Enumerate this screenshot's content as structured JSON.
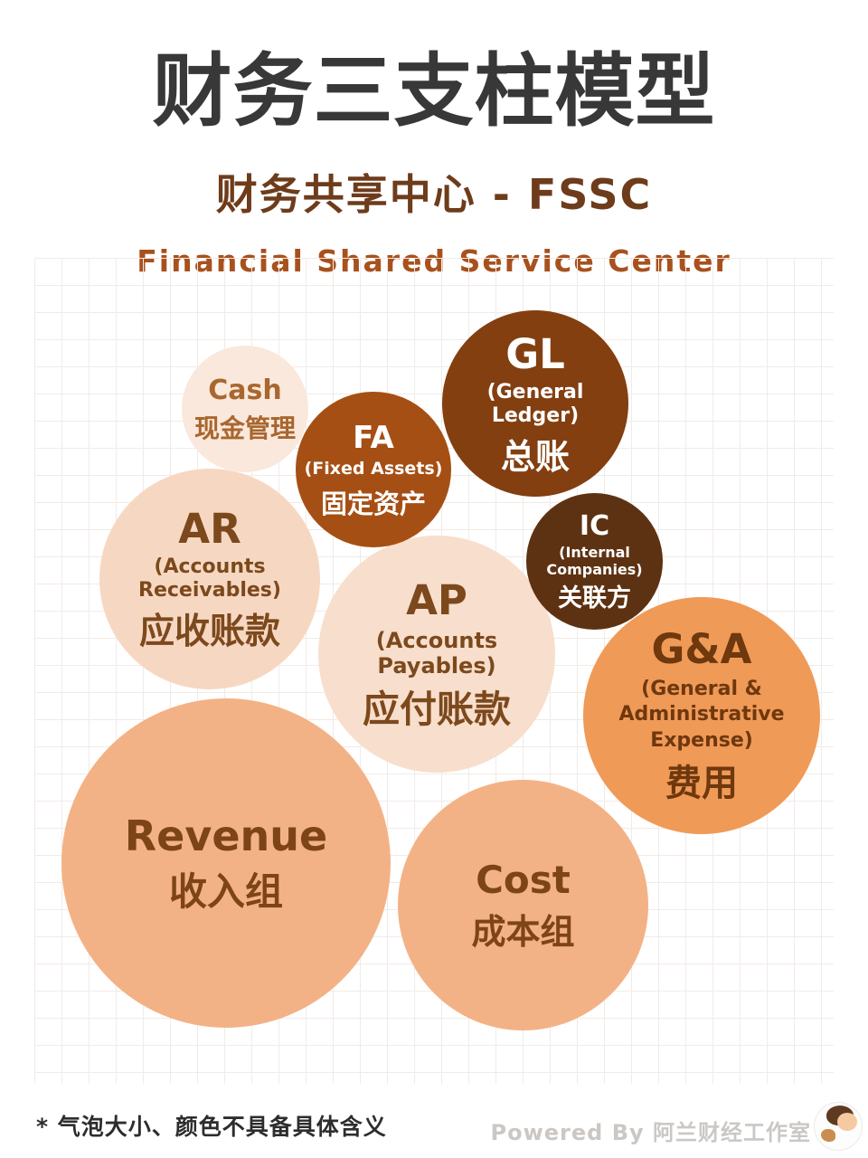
{
  "header": {
    "title": "财务三支柱模型",
    "subtitle": "财务共享中心 - FSSC",
    "subtitle_en": "Financial Shared Service Center"
  },
  "footer": {
    "footnote": "* 气泡大小、颜色不具备具体含义",
    "powered_by": "Powered By 阿兰财经工作室"
  },
  "colors": {
    "background": "#FFFFFF",
    "title": "#383838",
    "subtitle": "#6E3C1B",
    "subtitle_en": "#A8511D",
    "grid_line": "#F2EBE7",
    "footnote": "#2D2D2D",
    "powered_by": "#CBC7C4"
  },
  "chart_data": {
    "type": "bubble",
    "title": "财务共享中心 - FSSC (Financial Shared Service Center)",
    "bubbles": [
      {
        "id": "revenue",
        "lines": [
          "Revenue",
          "收入组"
        ],
        "fill": "#F3B286",
        "text_color": "#7D4418"
      },
      {
        "id": "cost",
        "lines": [
          "Cost",
          "成本组"
        ],
        "fill": "#F3B286",
        "text_color": "#7D4418"
      },
      {
        "id": "ar",
        "lines": [
          "AR",
          "(Accounts Receivables)",
          "应收账款"
        ],
        "fill": "#F6D8C2",
        "text_color": "#7C491D"
      },
      {
        "id": "ap",
        "lines": [
          "AP",
          "(Accounts Payables)",
          "应付账款"
        ],
        "fill": "#F8DECC",
        "text_color": "#7C491D"
      },
      {
        "id": "ga",
        "lines": [
          "G&A",
          "(General &",
          "Administrative Expense)",
          "费用"
        ],
        "fill": "#F09A58",
        "text_color": "#6F380D"
      },
      {
        "id": "cash",
        "lines": [
          "Cash",
          "现金管理"
        ],
        "fill": "#FAE8DC",
        "text_color": "#A9662E"
      },
      {
        "id": "fa",
        "lines": [
          "FA",
          "(Fixed Assets)",
          "固定资产"
        ],
        "fill": "#A64F14",
        "text_color": "#FFFFFF"
      },
      {
        "id": "gl",
        "lines": [
          "GL",
          "(General Ledger)",
          "总账"
        ],
        "fill": "#833F10",
        "text_color": "#FFFFFF"
      },
      {
        "id": "ic",
        "lines": [
          "IC",
          "(Internal Companies)",
          "关联方"
        ],
        "fill": "#5D3212",
        "text_color": "#FFFFFF"
      }
    ]
  }
}
